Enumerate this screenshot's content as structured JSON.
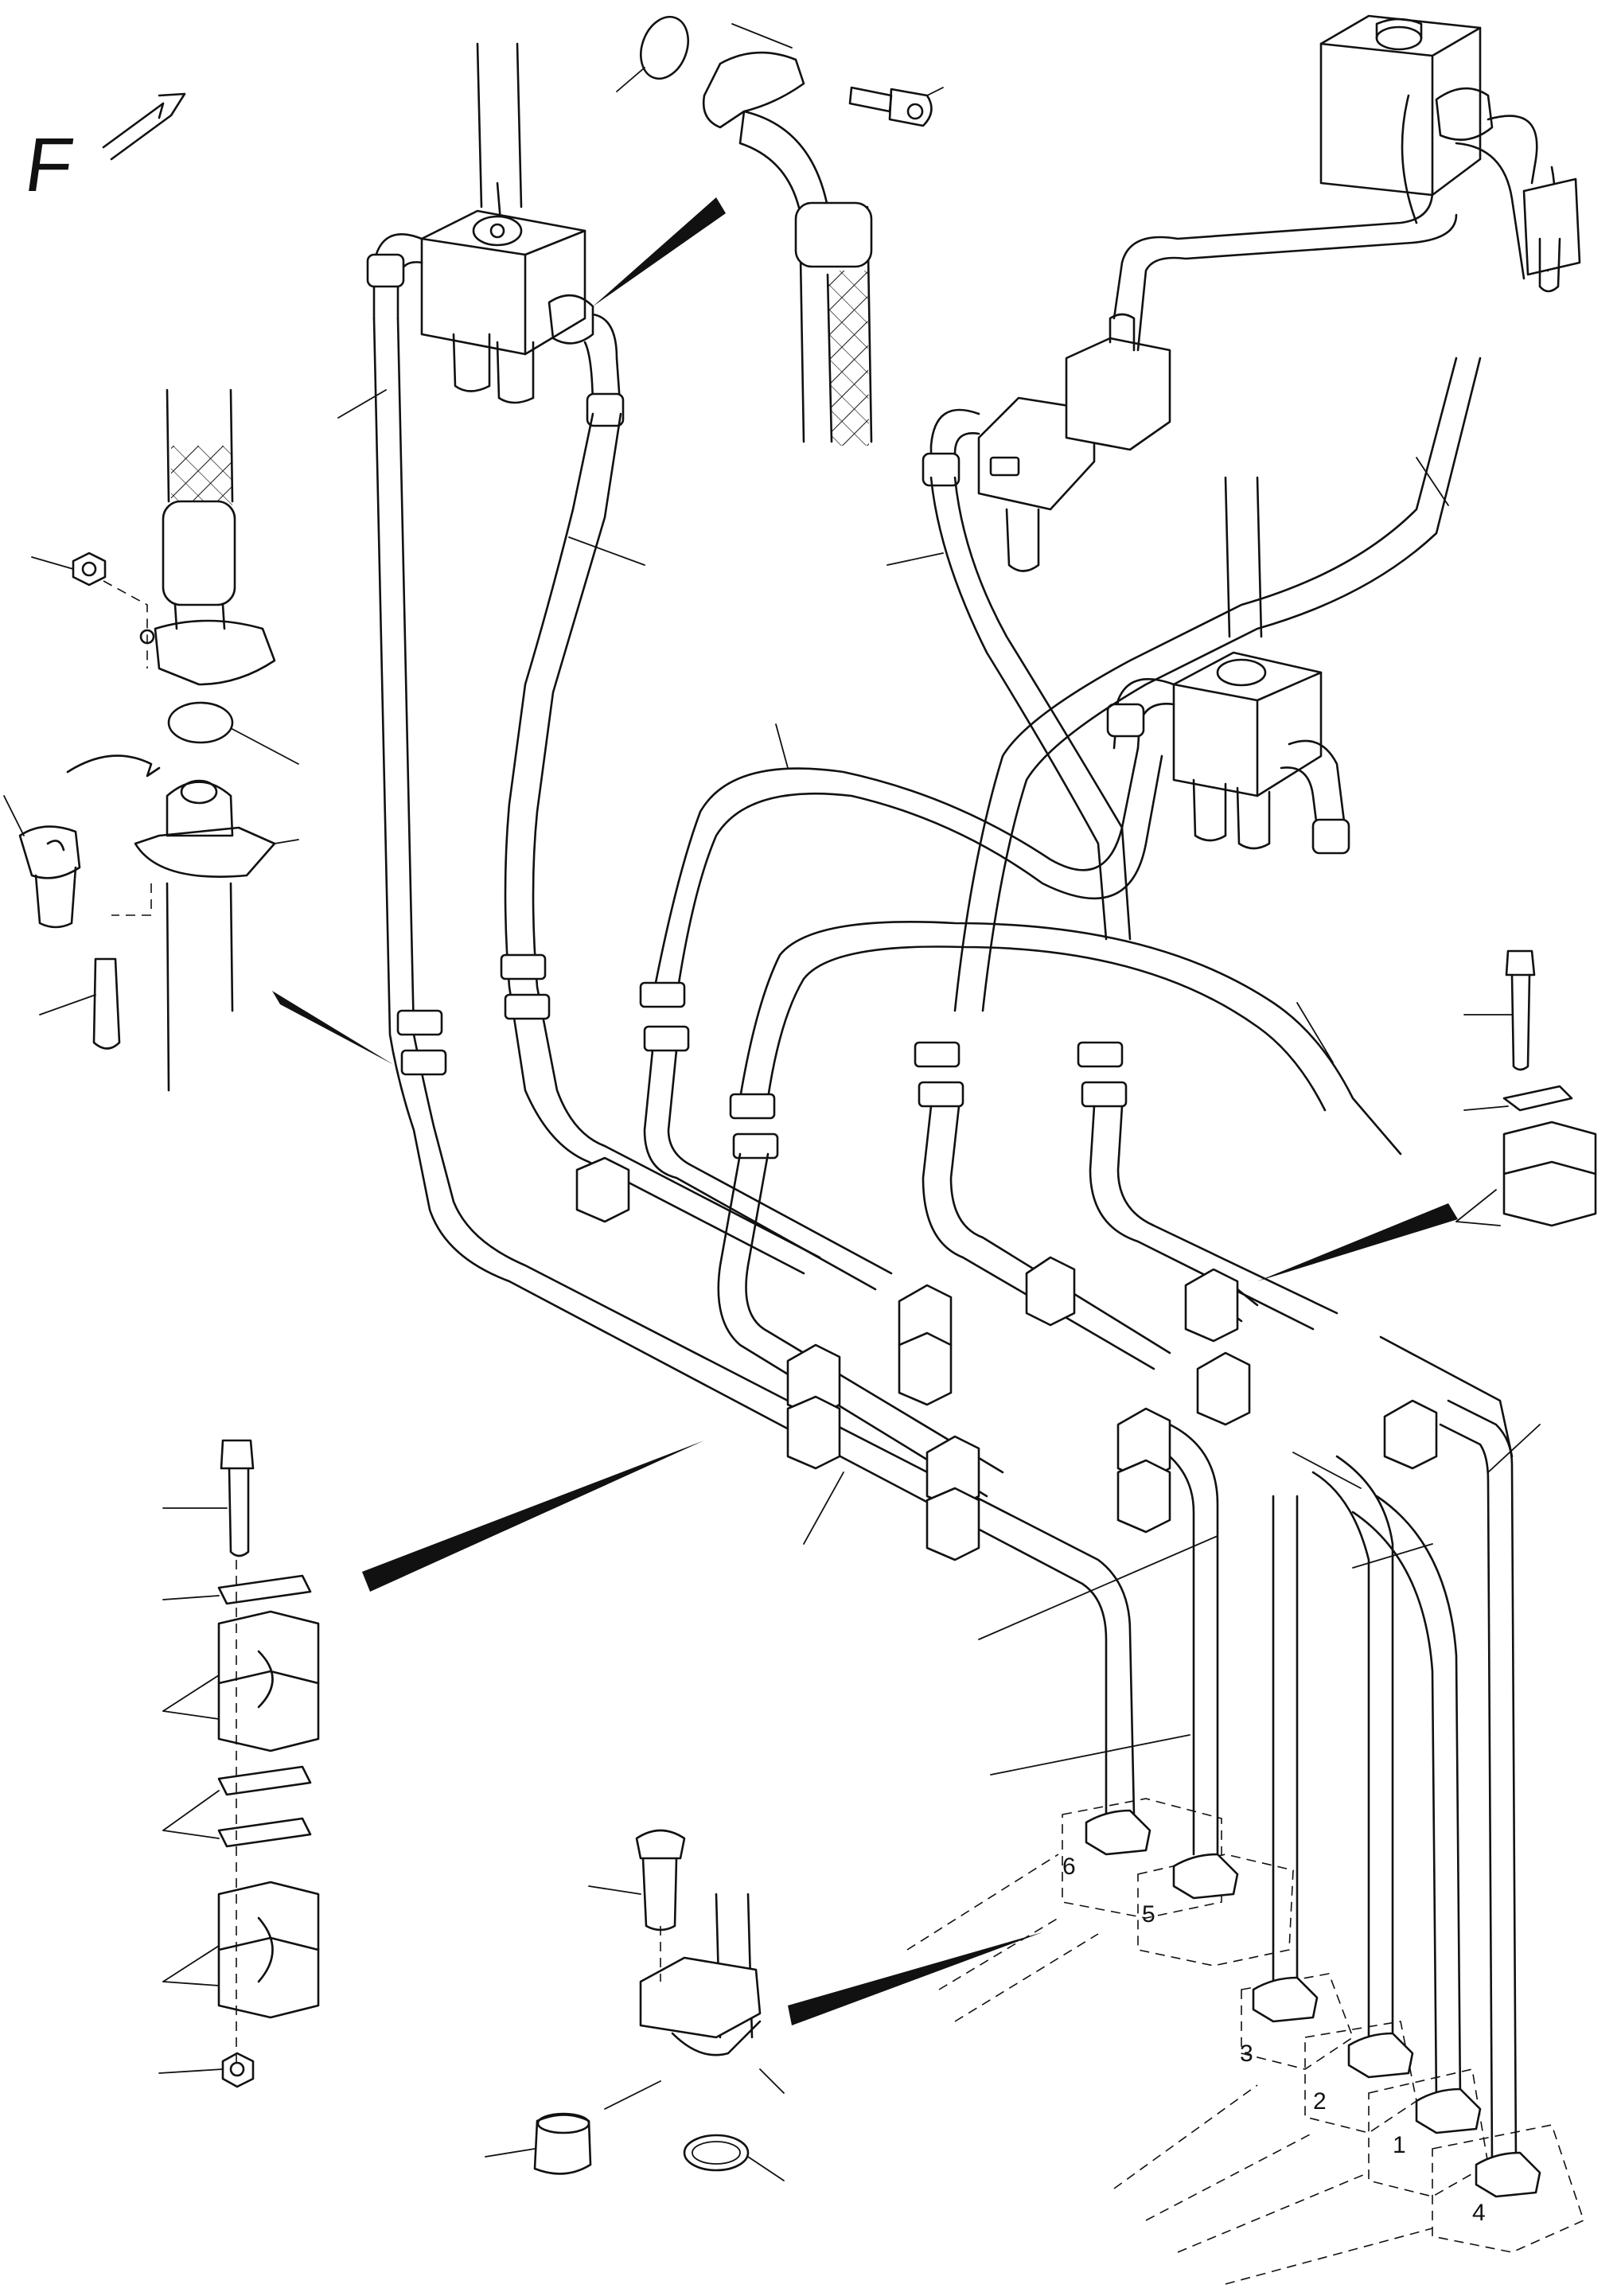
{
  "direction_label": "F",
  "port_numbers": [
    "6",
    "5",
    "3",
    "2",
    "1",
    "4"
  ]
}
